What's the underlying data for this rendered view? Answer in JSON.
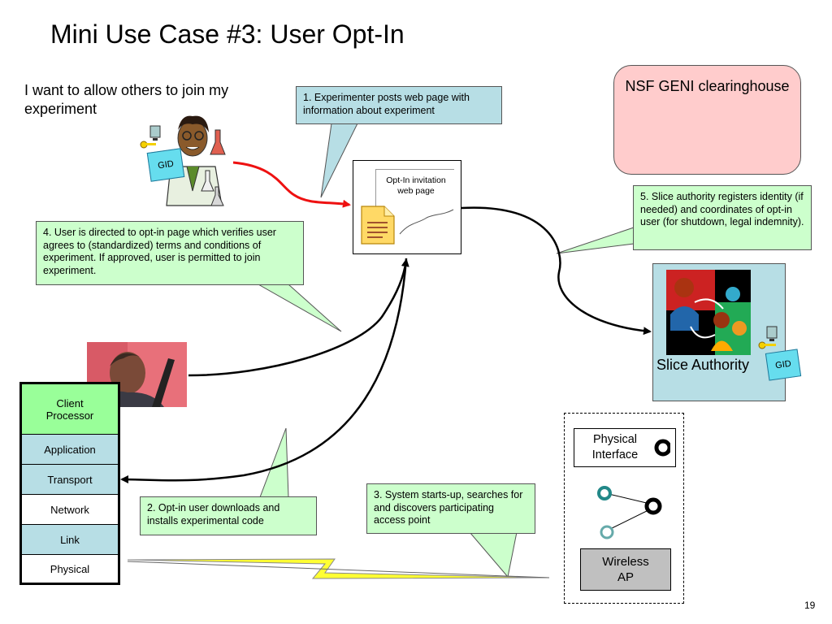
{
  "slide": {
    "title": "Mini Use Case #3: User Opt-In",
    "intro": "I want to allow others to join my experiment",
    "page_number": "19"
  },
  "callouts": {
    "c1": "1. Experimenter posts web page with information about experiment",
    "c2": "2. Opt-in user downloads and installs experimental code",
    "c3": "3. System starts-up, searches for and discovers participating access point",
    "c4": "4. User is directed to opt-in page which verifies user agrees to (standardized) terms and conditions of experiment.  If approved, user is permitted to join experiment.",
    "c5": "5. Slice authority registers identity (if needed) and coordinates of opt-in user (for shutdown, legal indemnity)."
  },
  "nsf": {
    "label": "NSF GENI clearinghouse"
  },
  "webpage": {
    "label": "Opt-In invitation web page"
  },
  "gid_label": "GID",
  "stack": {
    "layers": [
      "Client Processor",
      "Application",
      "Transport",
      "Network",
      "Link",
      "Physical"
    ]
  },
  "slice_authority": {
    "label": "Slice Authority"
  },
  "access_point": {
    "physical_interface": "Physical Interface",
    "wireless_ap": "Wireless AP"
  },
  "colors": {
    "callout_green": "#ccffcc",
    "callout_blue": "#b7dee5",
    "nsf_pink": "#ffcccc",
    "red_arrow": "#ee1111",
    "lightning": "#ffff33",
    "client_green": "#99ff99"
  }
}
